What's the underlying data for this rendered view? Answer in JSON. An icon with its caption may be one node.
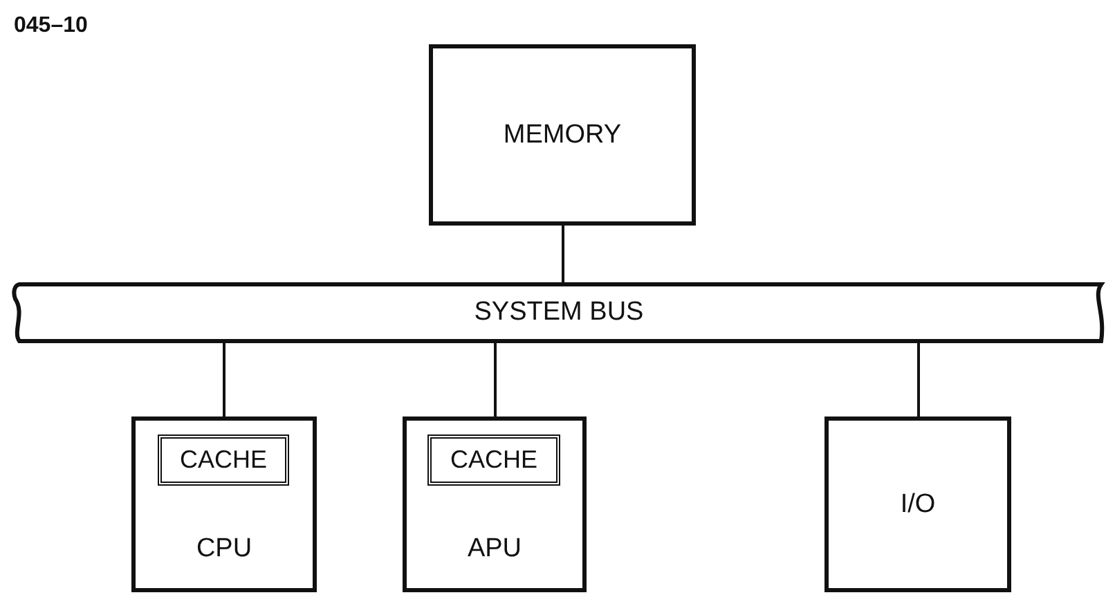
{
  "diagram": {
    "title": "045–10",
    "nodes": [
      {
        "text": [
          "MEMORY"
        ]
      },
      {
        "text": [
          "SYSTEM BUS"
        ]
      },
      {
        "text": [
          "CPU"
        ]
      },
      {
        "text": [
          "CACHE"
        ],
        "in": 2
      },
      {
        "text": [
          "APU"
        ]
      },
      {
        "text": [
          "CACHE"
        ],
        "in": 4
      },
      {
        "text": [
          "I/O"
        ]
      }
    ],
    "edges": [
      {
        "from": 0,
        "to": 1,
        "arrow": "none"
      },
      {
        "from": 1,
        "to": 2,
        "arrow": "none"
      },
      {
        "from": 1,
        "to": 4,
        "arrow": "none"
      },
      {
        "from": 1,
        "to": 6,
        "arrow": "none"
      }
    ]
  }
}
